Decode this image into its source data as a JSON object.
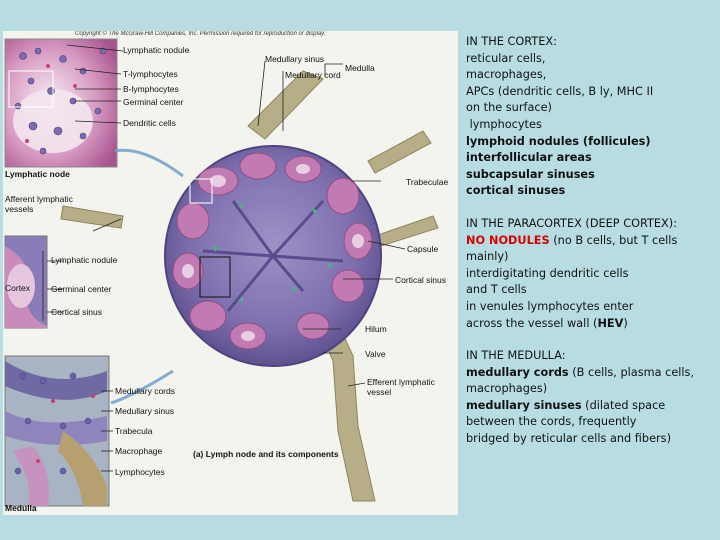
{
  "figure": {
    "copyright": "Copyright © The McGraw-Hill Companies, Inc. Permission required for reproduction or display.",
    "caption": "(a) Lymph node and its components",
    "labels": {
      "lymphatic_nodule_top": "Lymphatic nodule",
      "t_lymphocytes": "T-lymphocytes",
      "b_lymphocytes": "B-lymphocytes",
      "germinal_center_top": "Germinal center",
      "dendritic_cells": "Dendritic cells",
      "lymphatic_node": "Lymphatic node",
      "afferent_vessels": "Afferent lymphatic vessels",
      "medullary_sinus_top": "Medullary sinus",
      "medullary_cord_top": "Medullary cord",
      "medulla_right": "Medulla",
      "trabeculae": "Trabeculae",
      "capsule": "Capsule",
      "cortical_sinus_right": "Cortical sinus",
      "hilum": "Hilum",
      "valve": "Valve",
      "efferent_vessel": "Efferent lymphatic vessel",
      "lymphatic_nodule_mid": "Lymphatic nodule",
      "cortex": "Cortex",
      "germinal_center_mid": "Germinal center",
      "cortical_sinus_mid": "Cortical sinus",
      "medullary_cords_bottom": "Medullary cords",
      "medullary_sinus_bottom": "Medullary sinus",
      "trabecula": "Trabecula",
      "macrophage": "Macrophage",
      "lymphocytes": "Lymphocytes",
      "medulla_bottom": "Medulla"
    }
  },
  "notes": {
    "cortex": {
      "heading": "IN THE CORTEX:",
      "l1": "reticular cells,",
      "l2": "macrophages,",
      "l3": "APCs (dendritic cells, B ly, MHC II",
      "l4": "on the surface)",
      "l5": " lymphocytes",
      "l6": "lymphoid nodules (follicules)",
      "l7": "interfollicular areas",
      "l8": "subcapsular sinuses",
      "l9": "cortical sinuses"
    },
    "paracortex": {
      "heading": "IN THE PARACORTEX (DEEP CORTEX):",
      "no_nodules": "NO NODULES",
      "no_nodules_rest": " (no B cells, but T cells",
      "l2": "mainly)",
      "l3": "interdigitating dendritic cells",
      "l4": "and T cells",
      "l5": "in venules lymphocytes enter",
      "l6a": "across the vessel wall (",
      "hev": "HEV",
      "l6b": ")"
    },
    "medulla": {
      "heading": "IN THE MEDULLA:",
      "cords": "medullary cords",
      "cords_rest": " (B cells, plasma cells,",
      "l2": "macrophages)",
      "sinuses": "medullary sinuses",
      "sinuses_rest": " (dilated space",
      "l4": "between the cords, frequently",
      "l5": "bridged by reticular cells and fibers)"
    }
  },
  "colors": {
    "background": "#b7dde2",
    "emphasis_red": "#d90000",
    "capsule_purple": "#7a6aa8",
    "nodule_pink": "#c27bb2",
    "vessel_tan": "#b7ad86"
  }
}
